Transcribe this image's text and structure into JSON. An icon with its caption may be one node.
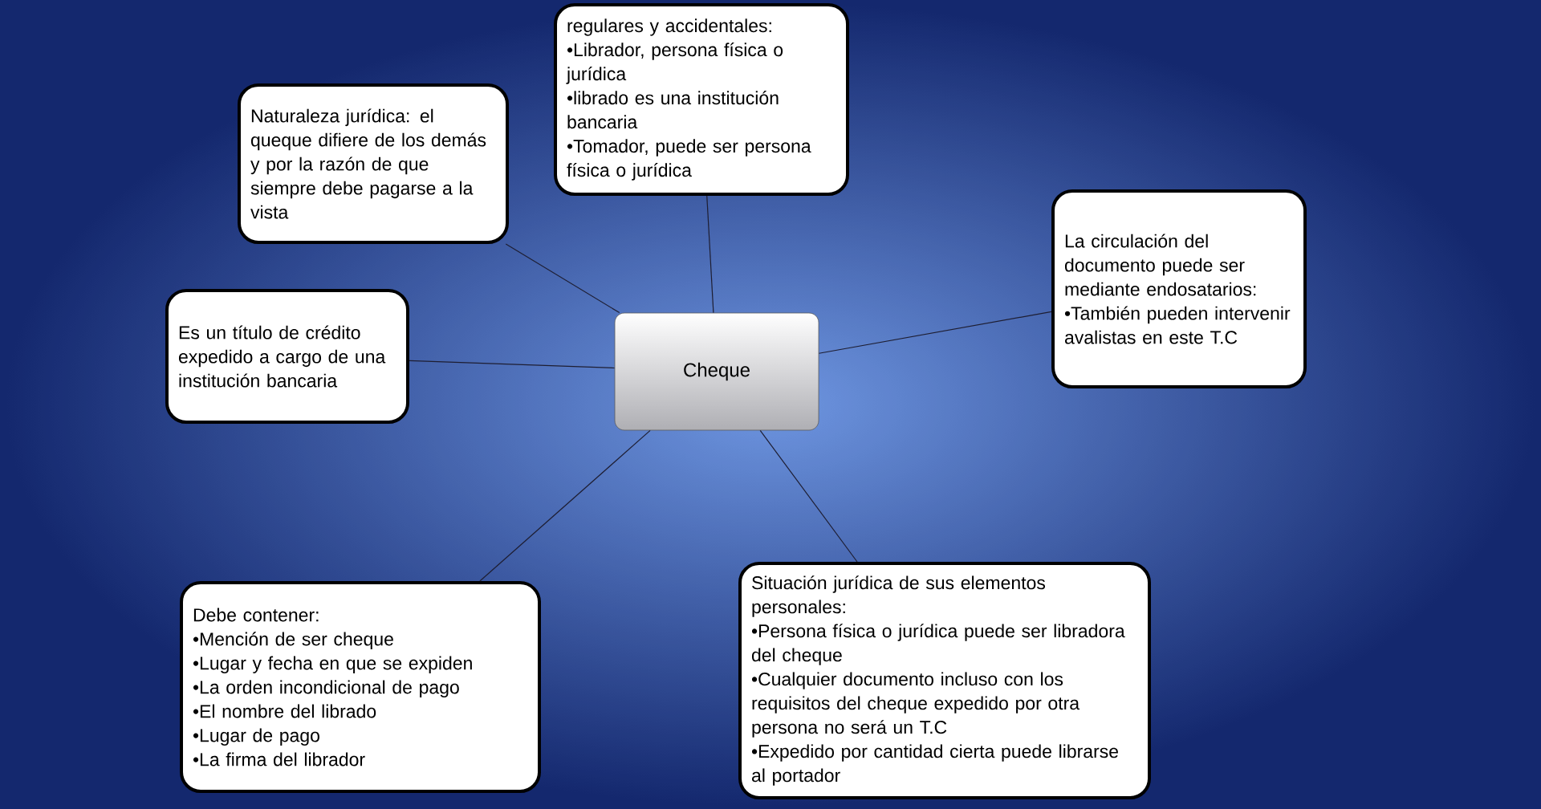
{
  "diagram": {
    "nodes": [
      {
        "text": [
          "Cheque"
        ]
      },
      {
        "text": [
          "regulares y accidentales:",
          "•Librador, persona física o jurídica",
          "•librado es una institución bancaria",
          "•Tomador, puede ser persona física o jurídica"
        ]
      },
      {
        "text": [
          "Naturaleza jurídica: el queque difiere de los demás y por la razón de que siempre debe pagarse a la vista"
        ]
      },
      {
        "text": [
          "La circulación del documento puede ser mediante endosatarios:",
          "•También pueden intervenir avalistas en este T.C"
        ]
      },
      {
        "text": [
          "Es un título de crédito expedido a cargo de una institución bancaria"
        ]
      },
      {
        "text": [
          "Debe contener:",
          "•Mención de ser cheque",
          "•Lugar y fecha en que se expiden",
          "•La orden incondicional de pago",
          "•El nombre del librado",
          "•Lugar de pago",
          "•La firma del librador"
        ]
      },
      {
        "text": [
          "Situación jurídica de sus elementos personales:",
          "•Persona física o jurídica puede ser libradora del cheque",
          "•Cualquier documento incluso con los requisitos del cheque expedido por otra persona no será un T.C",
          "•Expedido por cantidad cierta puede librarse al portador"
        ]
      }
    ],
    "edges": [
      {
        "from": 0,
        "to": 1,
        "arrow": "none"
      },
      {
        "from": 0,
        "to": 2,
        "arrow": "none"
      },
      {
        "from": 0,
        "to": 3,
        "arrow": "none"
      },
      {
        "from": 0,
        "to": 4,
        "arrow": "none"
      },
      {
        "from": 0,
        "to": 5,
        "arrow": "none"
      },
      {
        "from": 0,
        "to": 6,
        "arrow": "none"
      }
    ]
  }
}
